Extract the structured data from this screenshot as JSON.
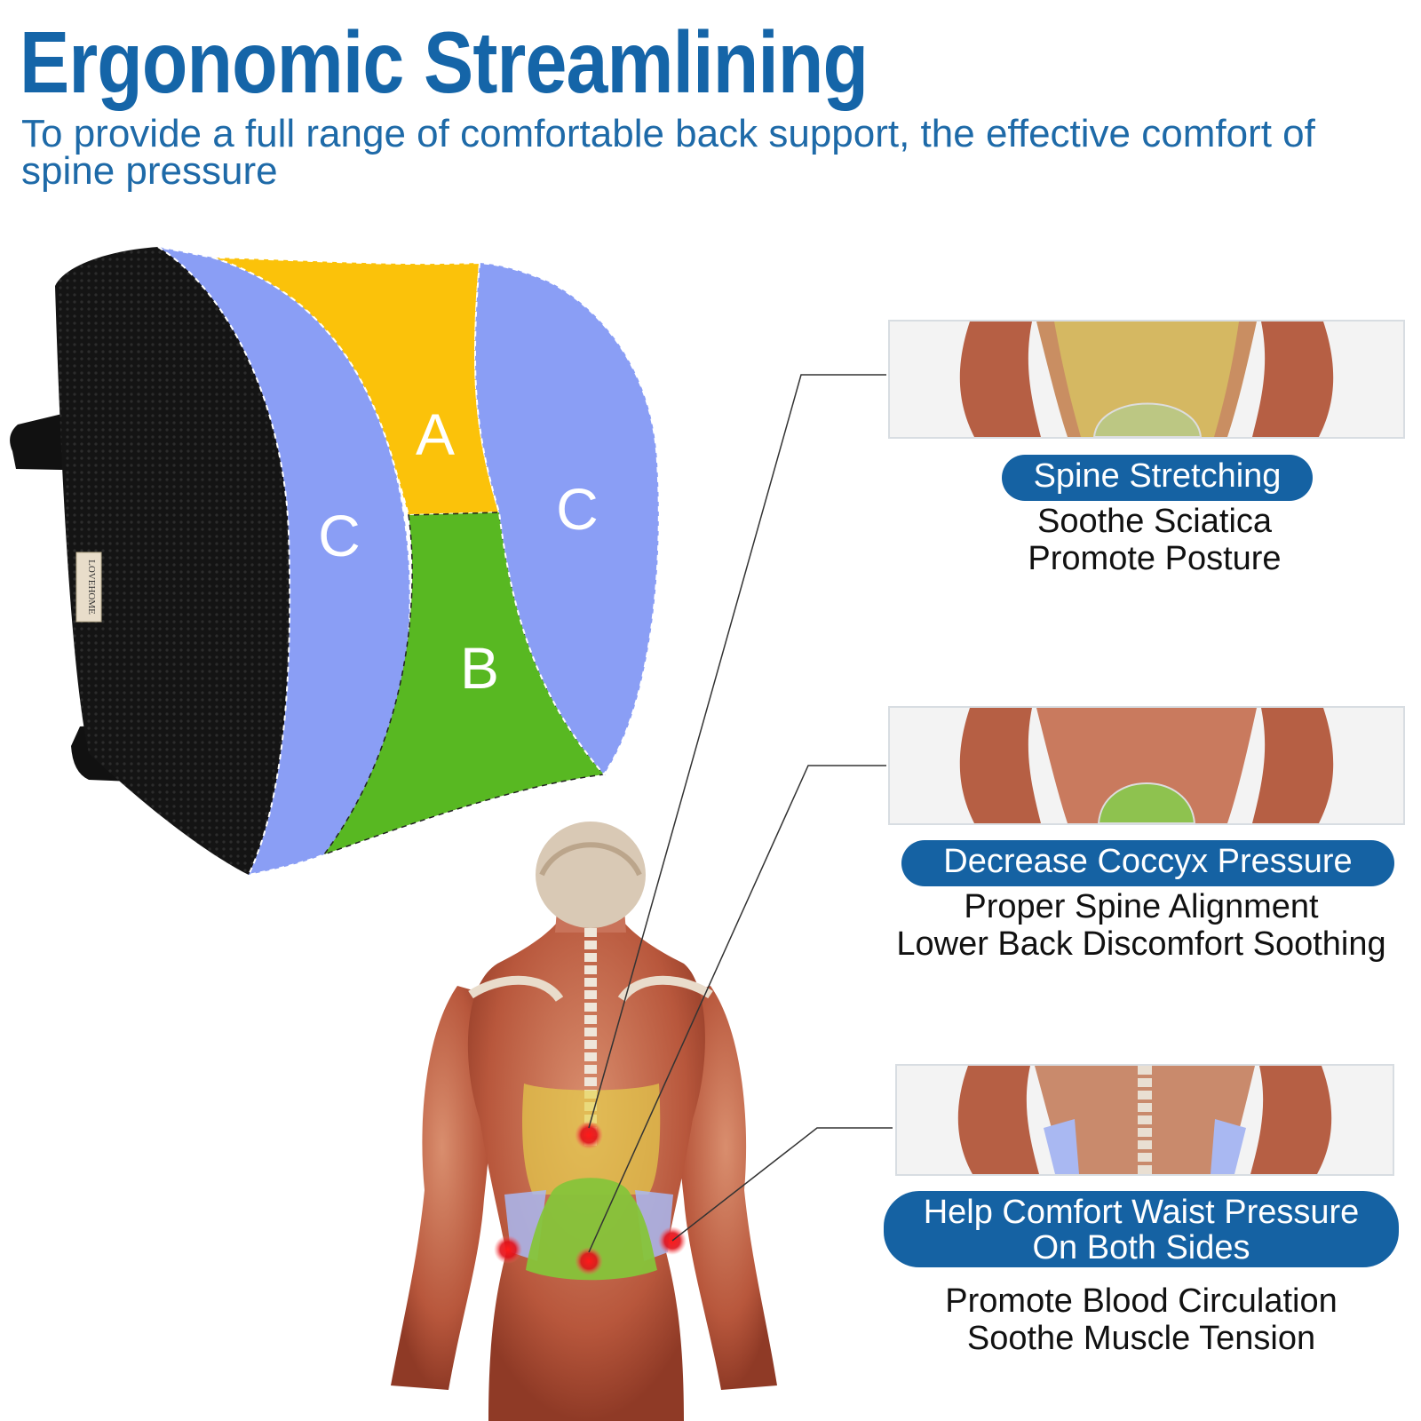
{
  "header": {
    "title": "Ergonomic Streamlining",
    "subtitle": "To provide a full range of comfortable back support, the effective comfort of spine pressure"
  },
  "pillow": {
    "brand_tag": "LOVEHOME",
    "zones": {
      "top": "A",
      "bottom": "B",
      "left": "C",
      "right": "C"
    },
    "colors": {
      "mesh": "#141414",
      "zone_a": "#fbc20a",
      "zone_b": "#58b822",
      "zone_c": "#8a9ef5"
    }
  },
  "features": [
    {
      "badge_lines": [
        "Spine Stretching"
      ],
      "lines": [
        "Soothe Sciatica",
        "Promote Posture"
      ]
    },
    {
      "badge_lines": [
        "Decrease Coccyx Pressure"
      ],
      "lines": [
        "Proper Spine Alignment",
        "Lower Back Discomfort Soothing"
      ]
    },
    {
      "badge_lines": [
        "Help Comfort Waist Pressure",
        "On Both Sides"
      ],
      "lines": [
        "Promote Blood Circulation",
        "Soothe Muscle Tension"
      ]
    }
  ],
  "colors": {
    "accent": "#1565a8",
    "badge": "#1562a3",
    "pressure_point": "#e0101a"
  }
}
